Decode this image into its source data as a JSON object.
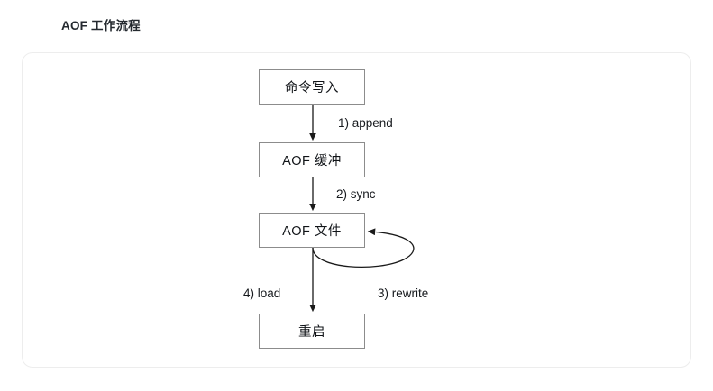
{
  "page": {
    "title": "AOF 工作流程"
  },
  "diagram": {
    "type": "flowchart",
    "orientation": "top-to-bottom",
    "nodes": [
      {
        "id": "command-write",
        "label": "命令写入"
      },
      {
        "id": "aof-buffer",
        "label": "AOF 缓冲"
      },
      {
        "id": "aof-file",
        "label": "AOF 文件"
      },
      {
        "id": "restart",
        "label": "重启"
      }
    ],
    "edges": [
      {
        "id": "append",
        "from": "command-write",
        "to": "aof-buffer",
        "label": "1) append"
      },
      {
        "id": "sync",
        "from": "aof-buffer",
        "to": "aof-file",
        "label": "2) sync"
      },
      {
        "id": "rewrite",
        "from": "aof-file",
        "to": "aof-file",
        "label": "3) rewrite"
      },
      {
        "id": "load",
        "from": "aof-file",
        "to": "restart",
        "label": "4) load"
      }
    ],
    "colors": {
      "node_border": "#8c8c8c",
      "node_fill": "#ffffff",
      "edge_stroke": "#1a1a1a",
      "card_border": "#ededed",
      "text": "#111418",
      "title": "#24292f"
    }
  }
}
